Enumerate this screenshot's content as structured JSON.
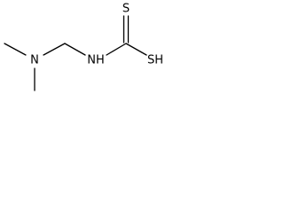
{
  "molecule": {
    "atoms": {
      "amine_nitrogen": "N",
      "amide_nitrogen": "NH",
      "thione_sulfur": "S",
      "thiol_sulfur": "SH"
    }
  }
}
